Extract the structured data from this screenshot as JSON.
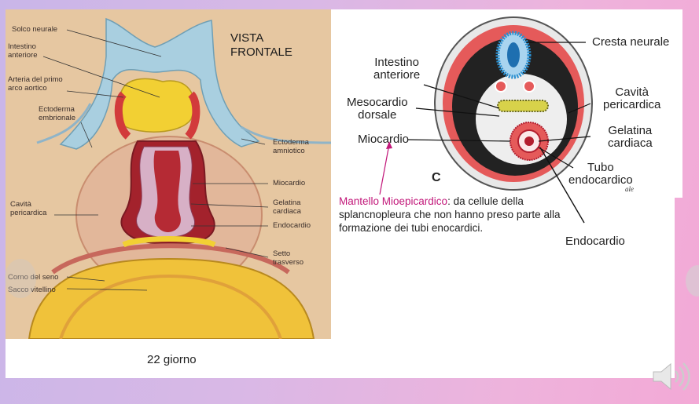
{
  "left_figure": {
    "title": "VISTA\nFRONTALE",
    "labels": {
      "solco_neurale": "Solco neurale",
      "intestino_anteriore": "Intestino\nanteriore",
      "arteria": "Arteria del primo\narco aortico",
      "ectoderma_embrionale": "Ectoderma\nembrionale",
      "ectoderma_amniotico": "Ectoderma\namniotico",
      "miocardio": "Miocardio",
      "cavita_pericardica": "Cavità\npericardica",
      "gelatina_cardiaca": "Gelatina\ncardiaca",
      "endocardio": "Endocardio",
      "setto_trasverso": "Setto\ntrasverso",
      "corno_del_seno": "Corno del seno",
      "sacco_vitellino": "Sacco vitellino"
    },
    "caption": "22 giorno"
  },
  "right_figure": {
    "panel_letter": "C",
    "labels": {
      "cresta_neurale": "Cresta neurale",
      "intestino_anteriore": "Intestino\nanteriore",
      "cavita_pericardica": "Cavità\npericardica",
      "mesocardio_dorsale": "Mesocardio\ndorsale",
      "gelatina_cardiaca": "Gelatina\ncardiaca",
      "miocardio": "Miocardio",
      "tubo_endocardico": "Tubo\nendocardico"
    }
  },
  "annotation": {
    "highlight": "Mantello Mioepicardico",
    "text": ": da cellule della splancnopleura che non hanno preso parte alla formazione dei tubi enocardici."
  },
  "endocardio_label": "Endocardio",
  "colors": {
    "highlight": "#c2187a",
    "background_left": "#c9b6e8",
    "background_right": "#f3a9d6"
  },
  "icons": {
    "audio": "speaker-icon"
  }
}
